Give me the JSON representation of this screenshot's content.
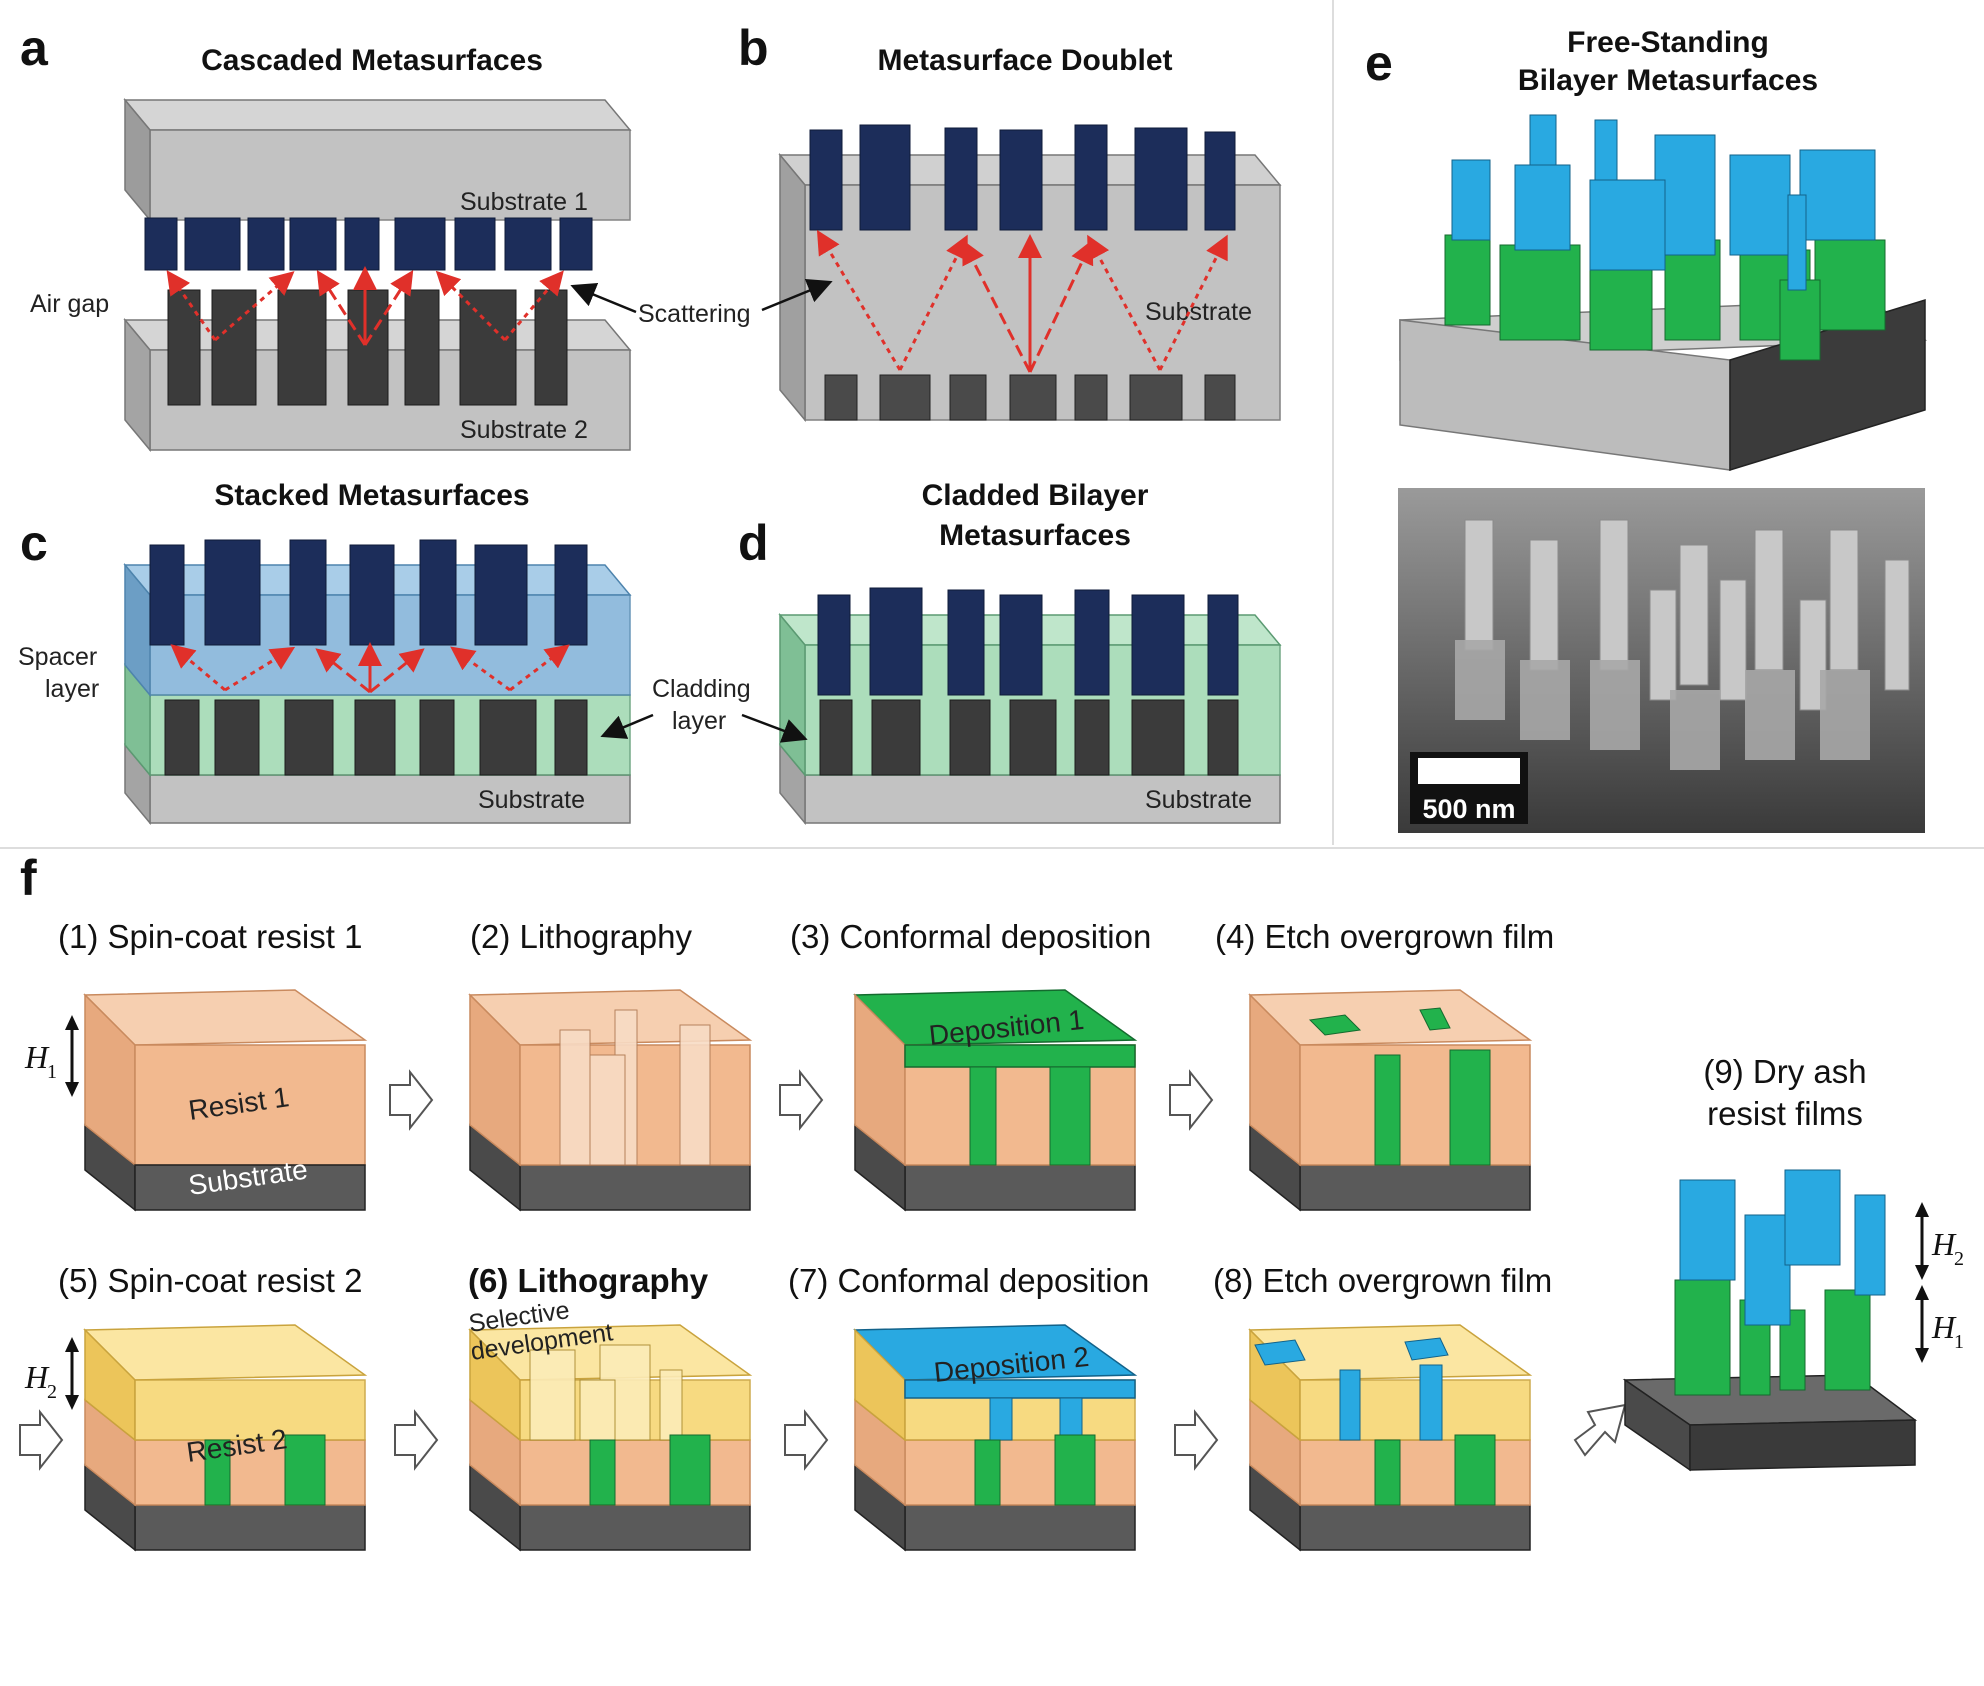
{
  "panels": {
    "a": {
      "letter": "a",
      "title": "Cascaded Metasurfaces",
      "substrate1": "Substrate 1",
      "substrate2": "Substrate 2",
      "air_gap": "Air gap",
      "scattering": "Scattering"
    },
    "b": {
      "letter": "b",
      "title": "Metasurface Doublet",
      "substrate": "Substrate"
    },
    "c": {
      "letter": "c",
      "title": "Stacked Metasurfaces",
      "spacer_1": "Spacer",
      "spacer_2": "layer",
      "substrate": "Substrate"
    },
    "d": {
      "letter": "d",
      "title_1": "Cladded Bilayer",
      "title_2": "Metasurfaces",
      "cladding_1": "Cladding",
      "cladding_2": "layer",
      "substrate": "Substrate"
    },
    "e": {
      "letter": "e",
      "title_1": "Free-Standing",
      "title_2": "Bilayer Metasurfaces",
      "scale_bar": "500 nm"
    },
    "f": {
      "letter": "f",
      "steps": [
        "(1) Spin-coat resist 1",
        "(2) Lithography",
        "(3) Conformal deposition",
        "(4) Etch overgrown film",
        "(5) Spin-coat resist 2",
        "(6) Lithography",
        "(7) Conformal deposition",
        "(8) Etch overgrown film"
      ],
      "step9_1": "(9) Dry ash",
      "step9_2": "resist films",
      "h1": "H",
      "h1_sub": "1",
      "h2": "H",
      "h2_sub": "2",
      "resist1": "Resist 1",
      "resist2": "Resist 2",
      "substrate": "Substrate",
      "deposition1": "Deposition 1",
      "deposition2": "Deposition 2",
      "selective_1": "Selective",
      "selective_2": "development"
    }
  },
  "colors": {
    "pillar_dark": "#3b3b3b",
    "pillar_blue": "#1c2d5a",
    "substrate_gray": "#b9b9b9",
    "spacer_blue": "#7fb1d8",
    "cladding_green": "#9ed8b0",
    "resist_orange": "#f2b98f",
    "resist_yellow": "#f7d774",
    "deposit_green": "#22b24c",
    "deposit_blue": "#29a9e1",
    "arrow_red": "#e0302a"
  }
}
